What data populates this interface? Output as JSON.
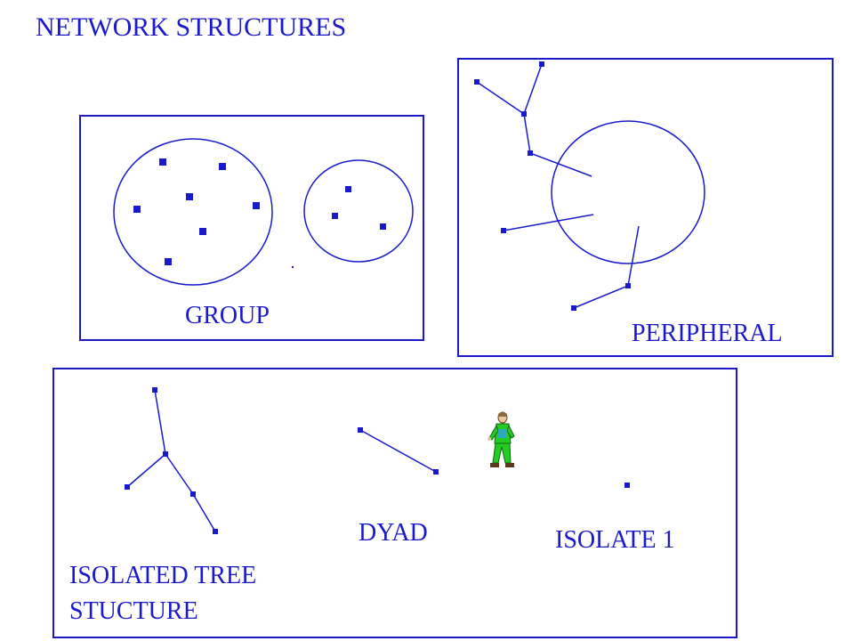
{
  "title": "NETWORK STRUCTURES",
  "panels": {
    "group": {
      "label": "GROUP"
    },
    "peripheral": {
      "label": "PERIPHERAL"
    },
    "isolates": {
      "tree_label_line1": "ISOLATED TREE",
      "tree_label_line2": "STUCTURE",
      "dyad_label": "DYAD",
      "isolate_label": "ISOLATE 1"
    }
  },
  "colors": {
    "line": "#1a1acc",
    "text": "#1a1acc",
    "figure_body": "#22cc22"
  },
  "icons": {
    "figure": "walking-person-icon"
  }
}
